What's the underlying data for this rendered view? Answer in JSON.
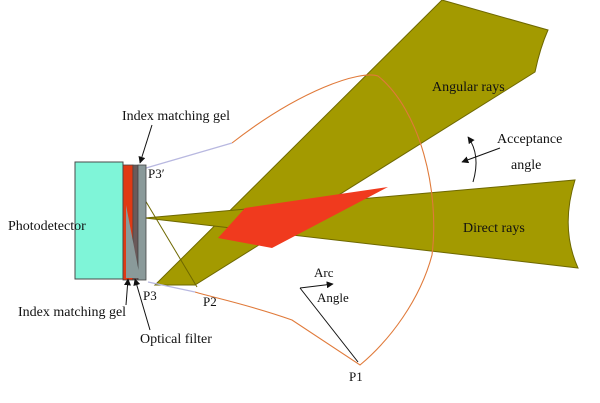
{
  "labels": {
    "angular_rays": "Angular rays",
    "acceptance_angle_line1": "Acceptance",
    "acceptance_angle_line2": "angle",
    "direct_rays": "Direct rays",
    "photodetector": "Photodetector",
    "index_matching_gel_top": "Index matching gel",
    "index_matching_gel_bottom": "Index matching gel",
    "optical_filter": "Optical filter",
    "p3_prime": "P3′",
    "p3": "P3",
    "p2": "P2",
    "p1": "P1",
    "arc": "Arc",
    "angle": "Angle"
  },
  "colors": {
    "ray_fill": "#a39a00",
    "ray_stroke": "#6e6800",
    "overlap": "#f03a1e",
    "photodetector": "#7ff5d8",
    "arc_line": "#e07a3a",
    "boundary_line": "#b8b8e0",
    "filter_red": "#e03a14",
    "gel_gray": "#8a9a9a"
  }
}
